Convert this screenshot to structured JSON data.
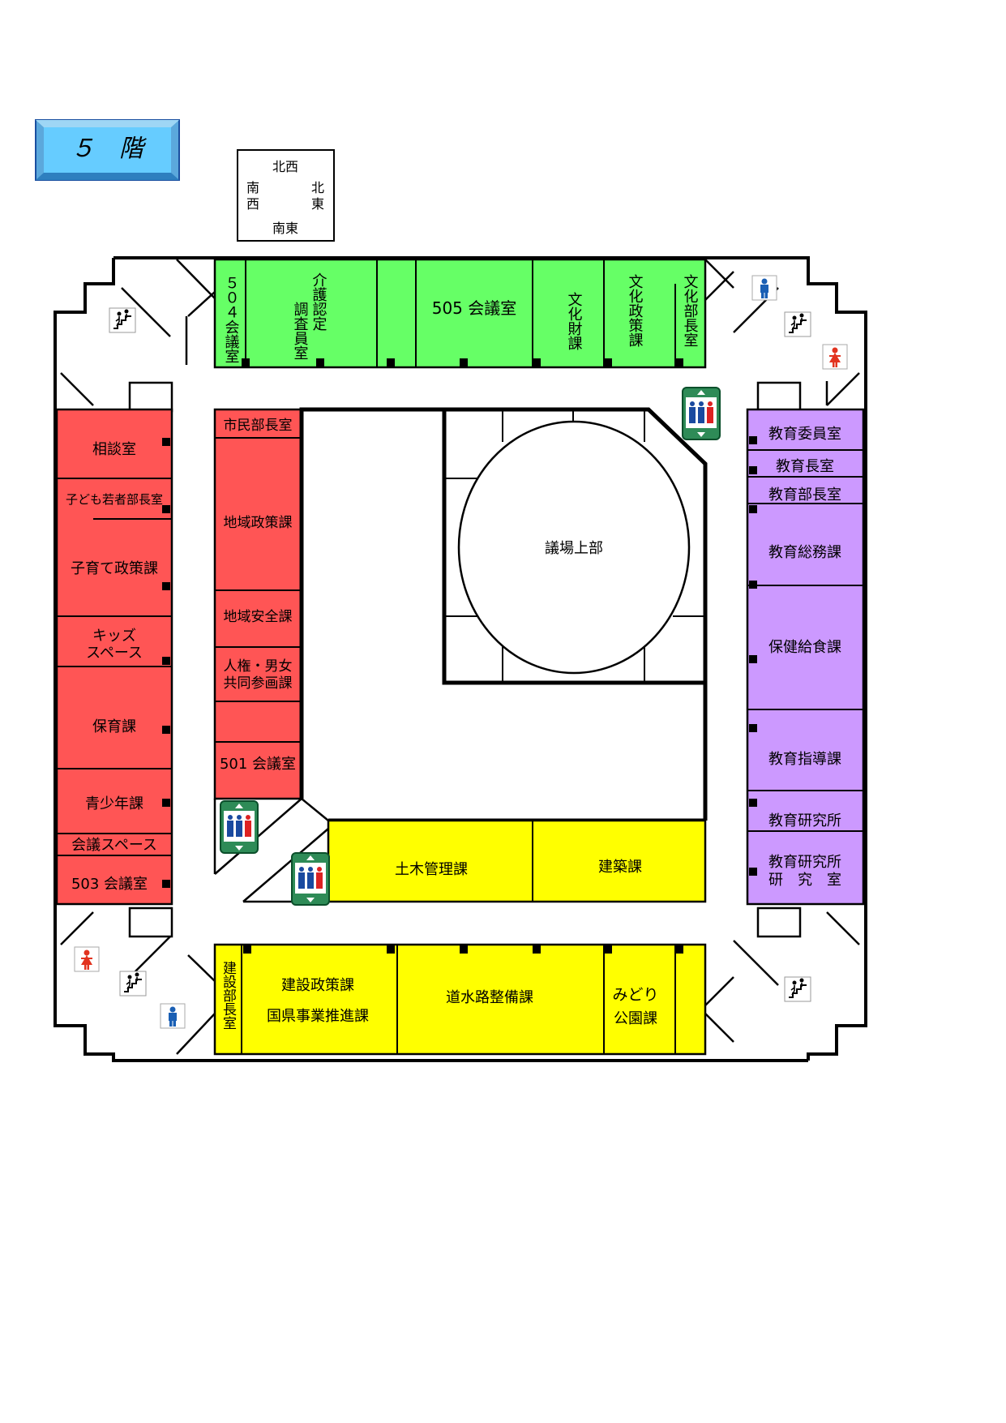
{
  "floor_title": "５　階",
  "compass": {
    "top": "北西",
    "left_top": "南",
    "left_bottom": "西",
    "right_top": "北",
    "right_bottom": "東",
    "bottom": "南東"
  },
  "colors": {
    "green": "#66FF66",
    "red": "#FF5555",
    "purple": "#CC99FF",
    "yellow": "#FFFF00",
    "title_blue": "#66CCFF"
  },
  "north_rooms": {
    "r504": "５０４会議室",
    "kaigo": [
      "介護認定",
      "調査員室"
    ],
    "r505": "505 会議室",
    "bunkazai": "文化財課",
    "bunka_seisaku": "文化政策課",
    "bunka_bucho": "文化部長室"
  },
  "west_rooms": {
    "sodan": "相談室",
    "kodomo_bucho": "子ども若者部長室",
    "kosodate": "子育て政策課",
    "kids": [
      "キッズ",
      "スペース"
    ],
    "hoiku": "保育課",
    "seishonen": "青少年課",
    "kaigi_space": "会議スペース",
    "r503": "503 会議室"
  },
  "inner_west_rooms": {
    "shimin_bucho": "市民部長室",
    "chiiki_seisaku": "地域政策課",
    "chiiki_anzen": "地域安全課",
    "jinken": [
      "人権・男女",
      "共同参画課"
    ],
    "r501": "501 会議室"
  },
  "east_rooms": {
    "kyoiku_iin": "教育委員室",
    "kyoiku_cho": "教育長室",
    "kyoiku_bucho": "教育部長室",
    "kyoiku_somu": "教育総務課",
    "hoken_kyushoku": "保健給食課",
    "kyoiku_shido": "教育指導課",
    "kyoiku_kenkyu": "教育研究所",
    "kyoiku_kenkyu_room": [
      "教育研究所",
      "研　究　室"
    ]
  },
  "inner_south_rooms": {
    "doboku": "土木管理課",
    "kenchiku": "建築課"
  },
  "south_rooms": {
    "kensetsu_bucho": "建設部長室",
    "kensetsu_seisaku": "建設政策課",
    "kokken": "国県事業推進課",
    "dosuiro": "道水路整備課",
    "midori": [
      "みどり",
      "公園課"
    ]
  },
  "center": {
    "gijo": "議場上部"
  },
  "icons": {
    "stairs": "stairs-icon",
    "elevator": "elevator-icon",
    "restroom_male": "restroom-male-icon",
    "restroom_female": "restroom-female-icon"
  }
}
